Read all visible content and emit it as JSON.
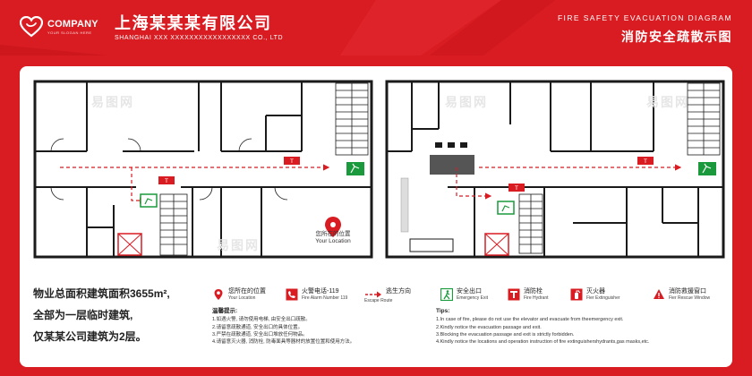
{
  "header": {
    "logo_name": "COMPANY",
    "logo_slogan": "YOUR SLOGAN HERE",
    "company_cn": "上海某某某有限公司",
    "company_en": "SHANGHAI XXX XXXXXXXXXXXXXXXXX CO., LTD",
    "title_en": "FIRE SAFETY EVACUATION DIAGRAM",
    "title_cn": "消防安全疏散示图"
  },
  "plan": {
    "location_cn": "您所在的位置",
    "location_en": "Your Location",
    "watermark": "易图网"
  },
  "area_info": {
    "line1": "物业总面积建筑面积3655m²,",
    "line2": "全部为一层临时建筑,",
    "line3": "仅某某公司建筑为2层。"
  },
  "legend": [
    {
      "cn": "您所在的位置",
      "en": "Your Location",
      "icon": "location-pin-icon"
    },
    {
      "cn": "火警电话-119",
      "en": "Fire Alarm Number 119",
      "icon": "fire-alarm-icon"
    },
    {
      "cn": "逃生方向",
      "en": "Escape Route",
      "icon": "escape-arrow-icon"
    },
    {
      "cn": "安全出口",
      "en": "Emergency Exit",
      "icon": "emergency-exit-icon"
    },
    {
      "cn": "消防栓",
      "en": "Fire Hydrant",
      "icon": "fire-hydrant-icon"
    },
    {
      "cn": "灭火器",
      "en": "Fier Extinguisher",
      "icon": "fire-extinguisher-icon"
    },
    {
      "cn": "消防救援窗口",
      "en": "Fier Rescue Window",
      "icon": "rescue-window-icon"
    }
  ],
  "tips_cn": {
    "heading": "温馨提示:",
    "items": [
      "1.如遇火警, 请勿使用电梯, 由安全出口疏散。",
      "2.请留意疏散通道, 安全出口的具体位置。",
      "3.严禁在疏散通道, 安全出口堆放任何物品。",
      "4.请留意灭火器, 消防栓, 防毒面具等器材的放置位置和使用方法。"
    ]
  },
  "tips_en": {
    "heading": "Tips:",
    "items": [
      "1.In case of fire, please do not use the elevator and evacuate from theemergency exit.",
      "2.Kindly notice the evacuation passage and exit.",
      "3.Blocking the evacuation passage and exit is strictly forbidden.",
      "4.Kindly notice the locations and operation instruction of fire extinguishershydrants,gas masks,etc."
    ]
  },
  "colors": {
    "brand_red": "#d81c22",
    "exit_green": "#1a9a3c",
    "wall_black": "#1a1a1a"
  }
}
